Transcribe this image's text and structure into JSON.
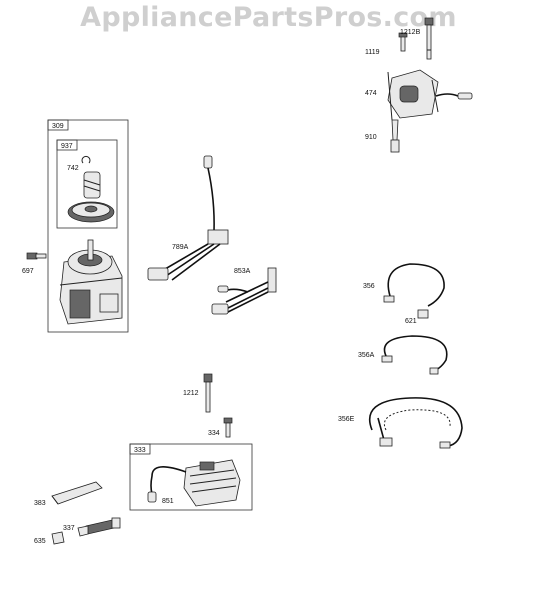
{
  "watermark": "AppliancePartsPros.com",
  "labels": {
    "p1119": "1119",
    "p1212b": "1212B",
    "p474": "474",
    "p910": "910",
    "p309": "309",
    "p937": "937",
    "p742": "742",
    "p697": "697",
    "p789a": "789A",
    "p853a": "853A",
    "p356": "356",
    "p621": "621",
    "p356a": "356A",
    "p356e": "356E",
    "p1212": "1212",
    "p334": "334",
    "p333": "333",
    "p851": "851",
    "p383": "383",
    "p337": "337",
    "p635": "635"
  }
}
